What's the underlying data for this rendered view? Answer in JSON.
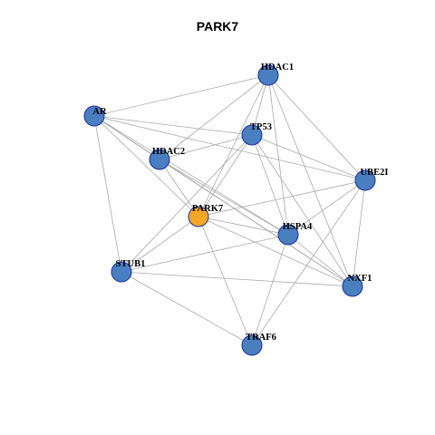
{
  "title": "PARK7",
  "colors": {
    "focus": "#f5a623",
    "node": "#4a7fbf",
    "edge": "#a9a9a9",
    "node_border": "#1a2ea6"
  },
  "nodes": [
    {
      "id": "PARK7",
      "label": "PARK7",
      "focus": true
    },
    {
      "id": "HDAC1",
      "label": "HDAC1"
    },
    {
      "id": "AR",
      "label": "AR"
    },
    {
      "id": "TP53",
      "label": "TP53"
    },
    {
      "id": "HDAC2",
      "label": "HDAC2"
    },
    {
      "id": "UBE2I",
      "label": "UBE2I"
    },
    {
      "id": "HSPA4",
      "label": "HSPA4"
    },
    {
      "id": "STUB1",
      "label": "STUB1"
    },
    {
      "id": "NXF1",
      "label": "NXF1"
    },
    {
      "id": "TRAF6",
      "label": "TRAF6"
    }
  ],
  "edges": [
    [
      "HDAC1",
      "AR"
    ],
    [
      "HDAC1",
      "TP53"
    ],
    [
      "HDAC1",
      "HDAC2"
    ],
    [
      "HDAC1",
      "PARK7"
    ],
    [
      "HDAC1",
      "UBE2I"
    ],
    [
      "HDAC1",
      "HSPA4"
    ],
    [
      "HDAC1",
      "NXF1"
    ],
    [
      "AR",
      "TP53"
    ],
    [
      "AR",
      "HDAC2"
    ],
    [
      "AR",
      "UBE2I"
    ],
    [
      "AR",
      "HSPA4"
    ],
    [
      "AR",
      "STUB1"
    ],
    [
      "AR",
      "NXF1"
    ],
    [
      "AR",
      "PARK7"
    ],
    [
      "TP53",
      "HDAC2"
    ],
    [
      "TP53",
      "UBE2I"
    ],
    [
      "TP53",
      "PARK7"
    ],
    [
      "TP53",
      "HSPA4"
    ],
    [
      "TP53",
      "NXF1"
    ],
    [
      "TP53",
      "STUB1"
    ],
    [
      "HDAC2",
      "PARK7"
    ],
    [
      "HDAC2",
      "HSPA4"
    ],
    [
      "HDAC2",
      "NXF1"
    ],
    [
      "UBE2I",
      "PARK7"
    ],
    [
      "UBE2I",
      "HSPA4"
    ],
    [
      "UBE2I",
      "NXF1"
    ],
    [
      "UBE2I",
      "TRAF6"
    ],
    [
      "PARK7",
      "HSPA4"
    ],
    [
      "PARK7",
      "NXF1"
    ],
    [
      "PARK7",
      "STUB1"
    ],
    [
      "PARK7",
      "TRAF6"
    ],
    [
      "HSPA4",
      "STUB1"
    ],
    [
      "HSPA4",
      "NXF1"
    ],
    [
      "HSPA4",
      "TRAF6"
    ],
    [
      "STUB1",
      "NXF1"
    ],
    [
      "STUB1",
      "TRAF6"
    ]
  ]
}
